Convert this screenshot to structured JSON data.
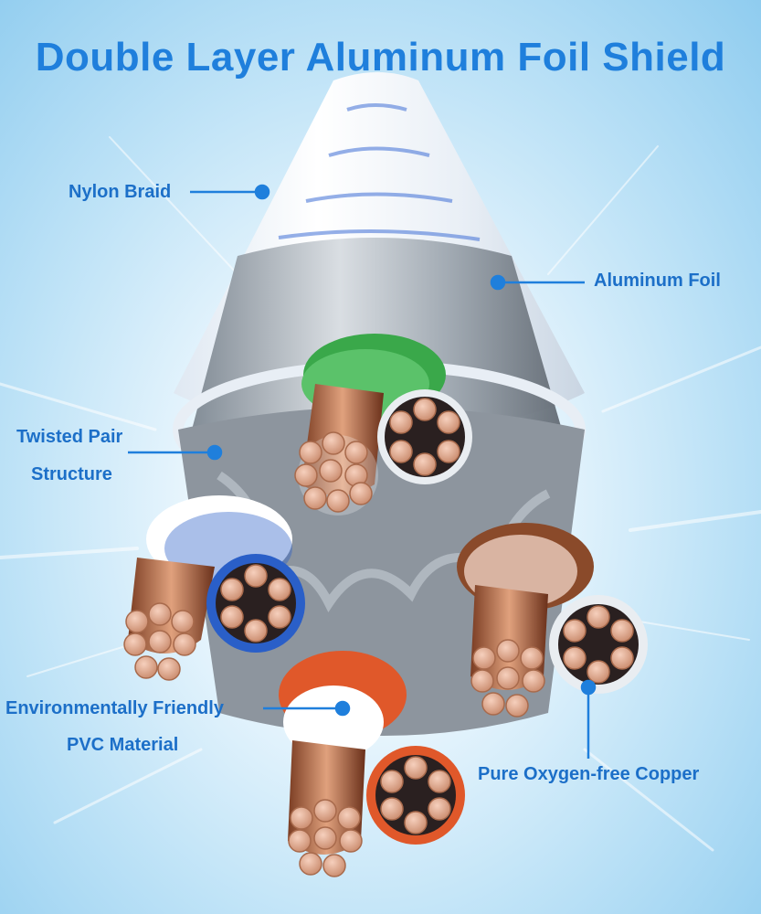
{
  "title": "Double Layer Aluminum Foil Shield",
  "labels": {
    "nylon_braid": "Nylon Braid",
    "aluminum_foil": "Aluminum Foil",
    "twisted_pair_line1": "Twisted Pair",
    "twisted_pair_line2": "Structure",
    "pvc_line1": "Environmentally Friendly",
    "pvc_line2": "PVC Material",
    "copper": "Pure Oxygen-free Copper"
  },
  "colors": {
    "accent": "#1f7fdc",
    "label_text": "#1c6fc8",
    "pair_green": "#3aa84a",
    "pair_blue": "#2a5fc8",
    "pair_brown": "#8a4a2a",
    "pair_orange": "#e0582a",
    "copper": "#e2a88c"
  },
  "icons": [
    "pointer-dot-icon"
  ]
}
